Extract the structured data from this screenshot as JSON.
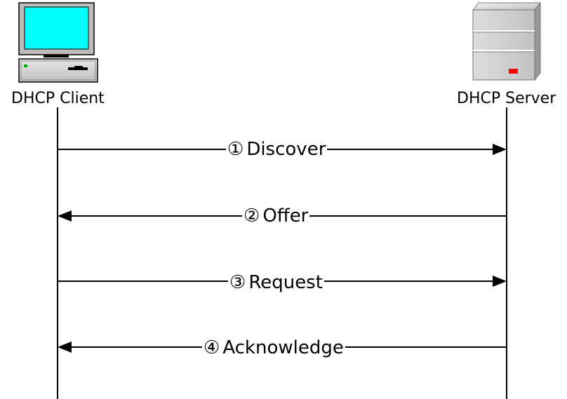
{
  "actors": {
    "client": {
      "label": "DHCP Client",
      "icon": "desktop-computer-icon"
    },
    "server": {
      "label": "DHCP Server",
      "icon": "server-tower-icon"
    }
  },
  "messages": [
    {
      "num": "①",
      "label": "Discover",
      "direction": "client-to-server"
    },
    {
      "num": "②",
      "label": "Offer",
      "direction": "server-to-client"
    },
    {
      "num": "③",
      "label": "Request",
      "direction": "client-to-server"
    },
    {
      "num": "④",
      "label": "Acknowledge",
      "direction": "server-to-client"
    }
  ],
  "colors": {
    "monitor_screen": "#00ffff",
    "server_led": "#ff0000",
    "pc_led": "#00b000"
  }
}
